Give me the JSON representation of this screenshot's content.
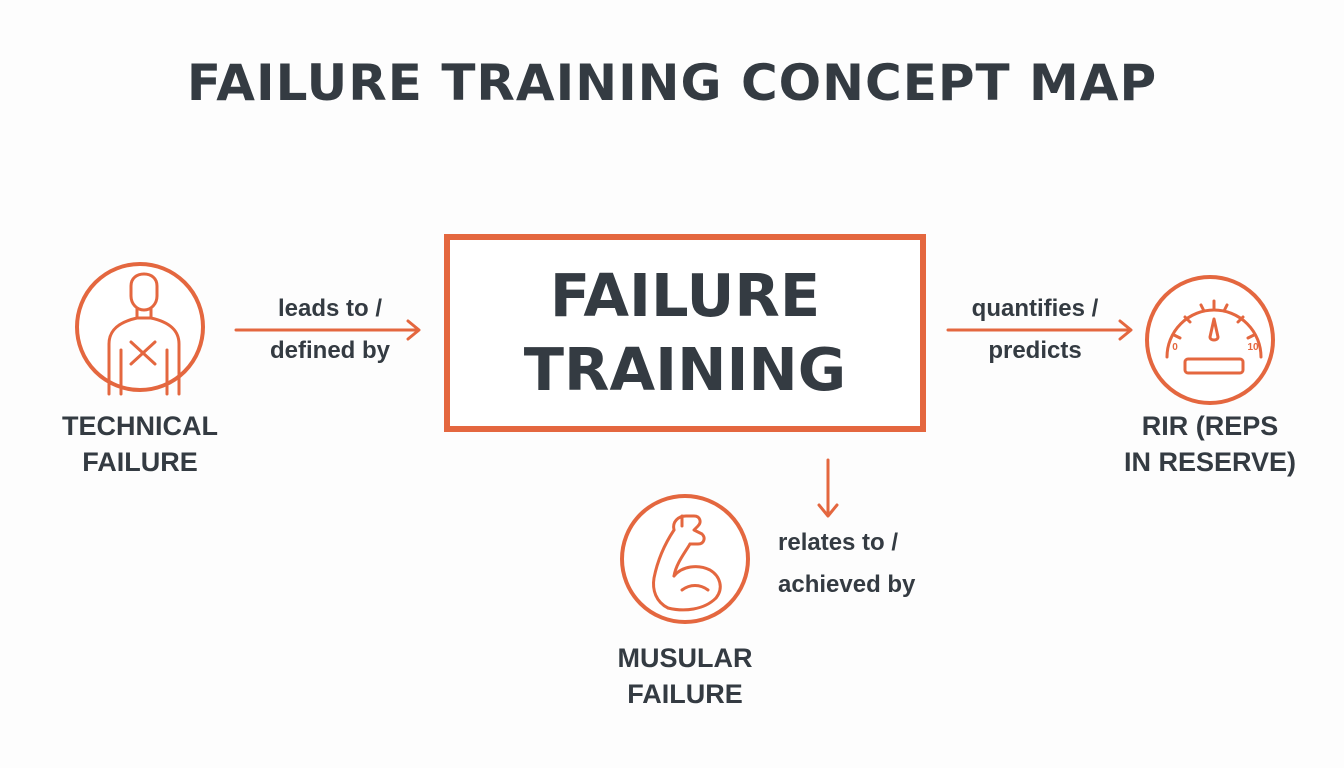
{
  "title": "FAILURE TRAINING CONCEPT MAP",
  "center": {
    "label": "FAILURE\nTRAINING"
  },
  "nodes": {
    "technical_failure": {
      "label": "TECHNICAL\nFAILURE",
      "icon": "person-x-icon"
    },
    "rir": {
      "label": "RIR (REPS\nIN RESERVE)",
      "icon": "gauge-icon",
      "scale_min": "0",
      "scale_max": "10"
    },
    "muscular_failure": {
      "label": "MUSULAR\nFAILURE",
      "icon": "flexed-arm-icon"
    }
  },
  "edges": {
    "left": "leads to /\ndefined by",
    "right": "quantifies /\npredicts",
    "bottom": "relates to /\nachieved by"
  },
  "colors": {
    "accent": "#e4673f",
    "text": "#343b42",
    "background": "#fdfdfd"
  }
}
